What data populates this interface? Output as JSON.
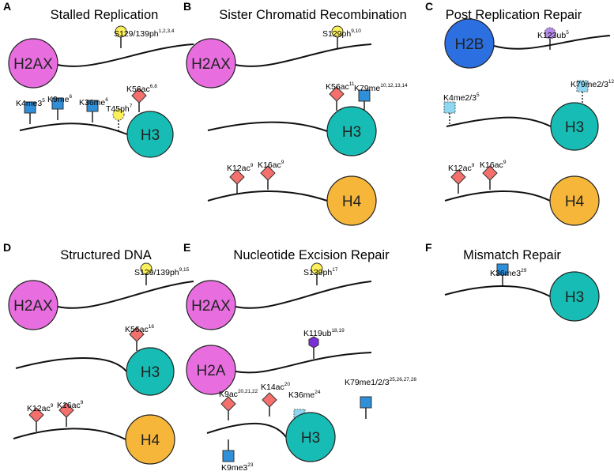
{
  "colors": {
    "H2AX": "#e86ee0",
    "H2A": "#e86ee0",
    "H2B": "#2c6fe0",
    "H3": "#17bdb5",
    "H4": "#f6b63a",
    "phos": "#fbf05a",
    "acetyl": "#f4706c",
    "methyl": "#2f8fd8",
    "methyl_light": "#8fd6f0",
    "ubiq_purple": "#b58be8",
    "ubiq_dark": "#7a2fd8"
  },
  "panels": [
    {
      "id": "A",
      "title": "Stalled Replication",
      "histones": [
        {
          "name": "H2AX",
          "marks": [
            {
              "label": "S129/139ph",
              "sup": "1,2,3,4",
              "shape": "circle",
              "color": "phos",
              "dashed": false
            }
          ]
        },
        {
          "name": "H3",
          "marks": [
            {
              "label": "K4me3",
              "sup": "5",
              "shape": "square",
              "color": "methyl",
              "dashed": false
            },
            {
              "label": "K9me",
              "sup": "6",
              "shape": "square",
              "color": "methyl",
              "dashed": false
            },
            {
              "label": "K36me",
              "sup": "6",
              "shape": "square",
              "color": "methyl",
              "dashed": false
            },
            {
              "label": "T45ph",
              "sup": "7",
              "shape": "circle",
              "color": "phos",
              "dashed": true
            },
            {
              "label": "K56ac",
              "sup": "6,8",
              "shape": "diamond",
              "color": "acetyl",
              "dashed": false
            }
          ]
        }
      ]
    },
    {
      "id": "B",
      "title": "Sister Chromatid Recombination",
      "histones": [
        {
          "name": "H2AX",
          "marks": [
            {
              "label": "S129ph",
              "sup": "9,10",
              "shape": "circle",
              "color": "phos",
              "dashed": false
            }
          ]
        },
        {
          "name": "H3",
          "marks": [
            {
              "label": "K56ac",
              "sup": "11",
              "shape": "diamond",
              "color": "acetyl",
              "dashed": false
            },
            {
              "label": "K79me",
              "sup": "10,12,13,14",
              "shape": "square",
              "color": "methyl",
              "dashed": false
            }
          ]
        },
        {
          "name": "H4",
          "marks": [
            {
              "label": "K12ac",
              "sup": "9",
              "shape": "diamond",
              "color": "acetyl",
              "dashed": false
            },
            {
              "label": "K16ac",
              "sup": "9",
              "shape": "diamond",
              "color": "acetyl",
              "dashed": false
            }
          ]
        }
      ]
    },
    {
      "id": "C",
      "title": "Post Replication Repair",
      "histones": [
        {
          "name": "H2B",
          "marks": [
            {
              "label": "K123ub",
              "sup": "5",
              "shape": "circle",
              "color": "ubiq_purple",
              "dashed": true
            }
          ]
        },
        {
          "name": "H3",
          "marks": [
            {
              "label": "K4me2/3",
              "sup": "5",
              "shape": "square",
              "color": "methyl_light",
              "dashed": true
            },
            {
              "label": "K79me2/3",
              "sup": "12",
              "shape": "square",
              "color": "methyl_light",
              "dashed": true
            }
          ]
        },
        {
          "name": "H4",
          "marks": [
            {
              "label": "K12ac",
              "sup": "9",
              "shape": "diamond",
              "color": "acetyl",
              "dashed": false
            },
            {
              "label": "K16ac",
              "sup": "9",
              "shape": "diamond",
              "color": "acetyl",
              "dashed": false
            }
          ]
        }
      ]
    },
    {
      "id": "D",
      "title": "Structured DNA",
      "histones": [
        {
          "name": "H2AX",
          "marks": [
            {
              "label": "S129/139ph",
              "sup": "9,15",
              "shape": "circle",
              "color": "phos",
              "dashed": false
            }
          ]
        },
        {
          "name": "H3",
          "marks": [
            {
              "label": "K56ac",
              "sup": "16",
              "shape": "diamond",
              "color": "acetyl",
              "dashed": false
            }
          ]
        },
        {
          "name": "H4",
          "marks": [
            {
              "label": "K12ac",
              "sup": "9",
              "shape": "diamond",
              "color": "acetyl",
              "dashed": false
            },
            {
              "label": "K16ac",
              "sup": "9",
              "shape": "diamond",
              "color": "acetyl",
              "dashed": false
            }
          ]
        }
      ]
    },
    {
      "id": "E",
      "title": "Nucleotide Excision Repair",
      "histones": [
        {
          "name": "H2AX",
          "marks": [
            {
              "label": "S139ph",
              "sup": "17",
              "shape": "circle",
              "color": "phos",
              "dashed": false
            }
          ]
        },
        {
          "name": "H2A",
          "marks": [
            {
              "label": "K119ub",
              "sup": "18,19",
              "shape": "hexagon",
              "color": "ubiq_dark",
              "dashed": false
            }
          ]
        },
        {
          "name": "H3",
          "marks": [
            {
              "label": "K9ac",
              "sup": "20,21,22",
              "shape": "diamond",
              "color": "acetyl",
              "dashed": false
            },
            {
              "label": "K9me3",
              "sup": "23",
              "shape": "square",
              "color": "methyl",
              "dashed": false
            },
            {
              "label": "K14ac",
              "sup": "20",
              "shape": "diamond",
              "color": "acetyl",
              "dashed": false
            },
            {
              "label": "K36me",
              "sup": "24",
              "shape": "square",
              "color": "methyl_light",
              "dashed": true
            },
            {
              "label": "K79me1/2/3",
              "sup": "25,26,27,28",
              "shape": "square",
              "color": "methyl",
              "dashed": false
            }
          ]
        }
      ]
    },
    {
      "id": "F",
      "title": "Mismatch Repair",
      "histones": [
        {
          "name": "H3",
          "marks": [
            {
              "label": "K36me3",
              "sup": "29",
              "shape": "square",
              "color": "methyl",
              "dashed": false
            }
          ]
        }
      ]
    }
  ]
}
